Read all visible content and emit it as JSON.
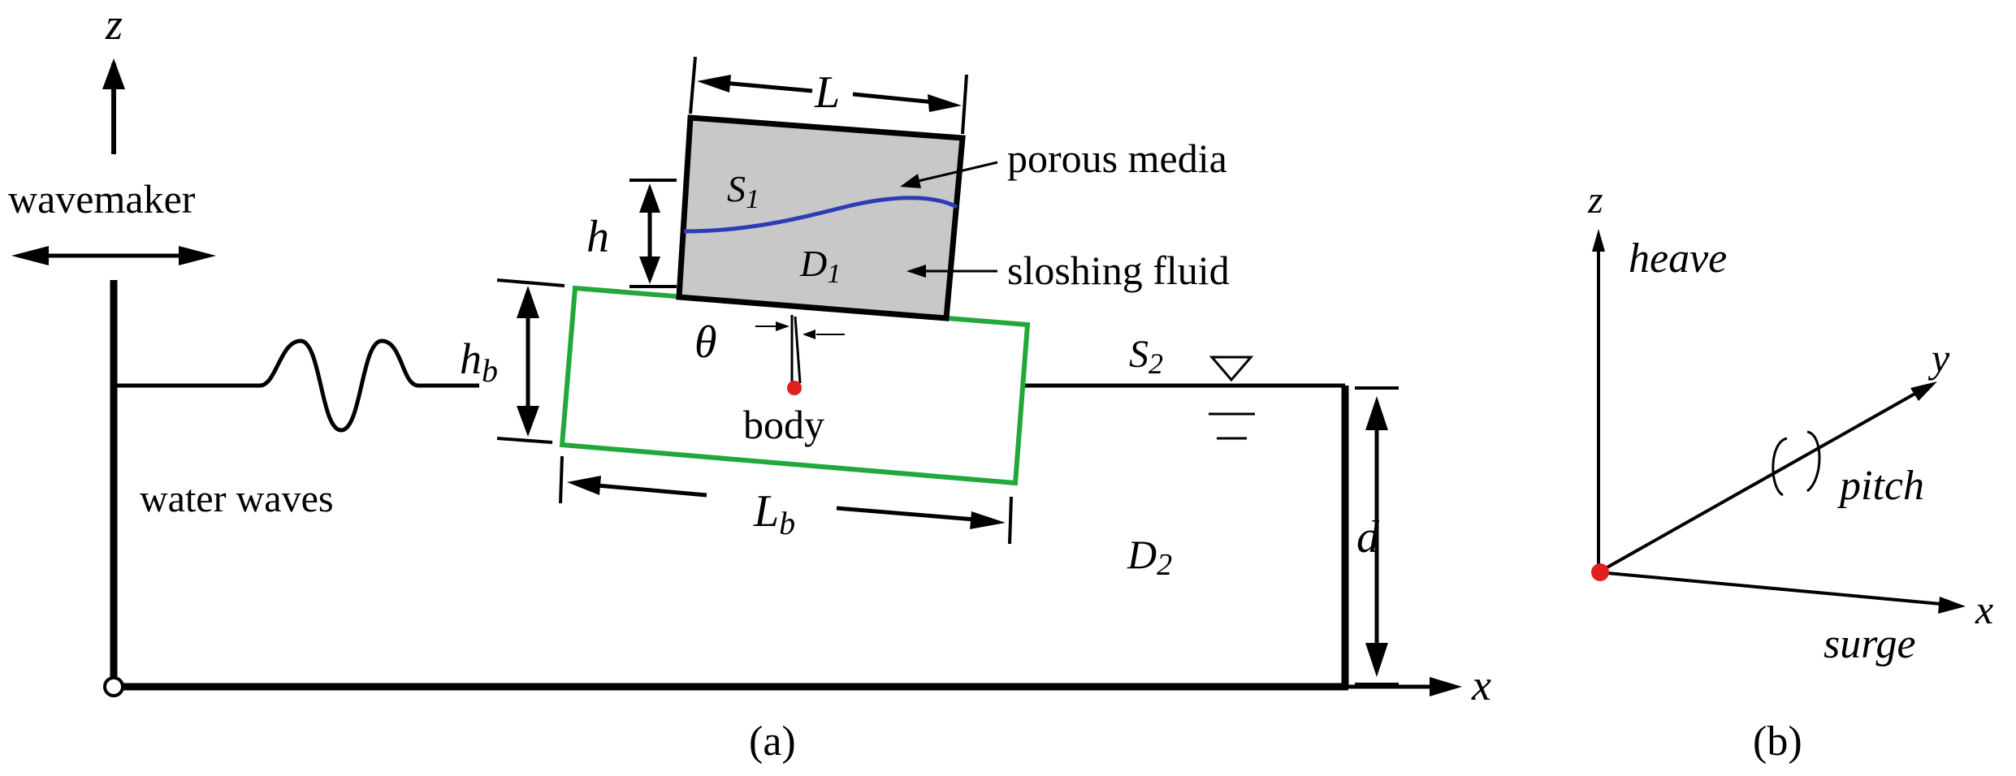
{
  "panel_a": {
    "caption": "(a)",
    "axis_z": "z",
    "axis_x": "x",
    "wavemaker": "wavemaker",
    "water_waves": "water waves",
    "tank_length": "L",
    "tank_height": "h",
    "body_height_main": "h",
    "body_height_sub": "b",
    "body_length_main": "L",
    "body_length_sub": "b",
    "angle": "θ",
    "body": "body",
    "surface1_main": "S",
    "surface1_sub": "1",
    "domain1_main": "D",
    "domain1_sub": "1",
    "surface2_main": "S",
    "surface2_sub": "2",
    "domain2_main": "D",
    "domain2_sub": "2",
    "depth": "d",
    "porous_media": "porous media",
    "sloshing_fluid": "sloshing fluid"
  },
  "panel_b": {
    "caption": "(b)",
    "axis_z": "z",
    "axis_y": "y",
    "axis_x": "x",
    "heave": "heave",
    "pitch": "pitch",
    "surge": "surge"
  },
  "colors": {
    "tank_fill": "#c8c8c8",
    "free_surface": "#2e3cb4",
    "body_outline": "#22a83a",
    "center_point": "#e02020"
  }
}
